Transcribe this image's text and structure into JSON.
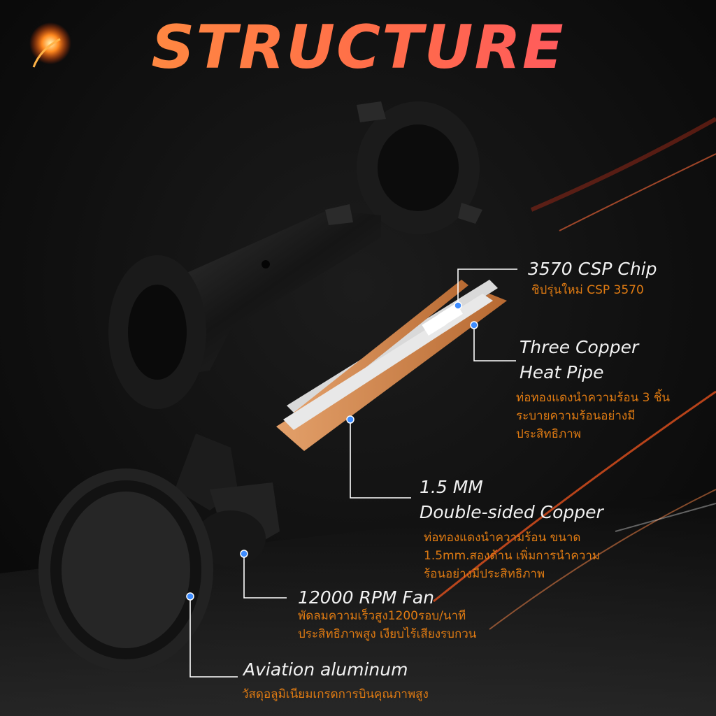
{
  "title": "STRUCTURE",
  "labels": {
    "chip": {
      "en": "3570 CSP Chip",
      "th": "ชิปรุ่นใหม่ CSP 3570"
    },
    "heatpipe": {
      "en1": "Three Copper",
      "en2": "Heat Pipe",
      "th": "ท่อทองแดงนำความร้อน 3 ชิ้น ระบายความร้อนอย่างมีประสิทธิภาพ"
    },
    "copper": {
      "en1": "1.5 MM",
      "en2": "Double-sided Copper",
      "th": "ท่อทองแดงนำความร้อน ขนาด 1.5mm.สองด้าน เพิ่มการนำความร้อนอย่างมีประสิทธิภาพ"
    },
    "fan": {
      "en": "12000 RPM Fan",
      "th": "พัดลมความเร็วสูง1200รอบ/นาที ประสิทธิภาพสูง เงียบไร้เสียงรบกวน"
    },
    "aluminum": {
      "en": "Aviation aluminum",
      "th": "วัสดุอลูมิเนียมเกรดการบินคุณภาพสูง"
    }
  },
  "colors": {
    "title_start": "#ff9a3c",
    "title_end": "#ff4d6d",
    "thai_text": "#e07b12",
    "dot": "#3d8cff",
    "copper": "#c77a3e"
  }
}
